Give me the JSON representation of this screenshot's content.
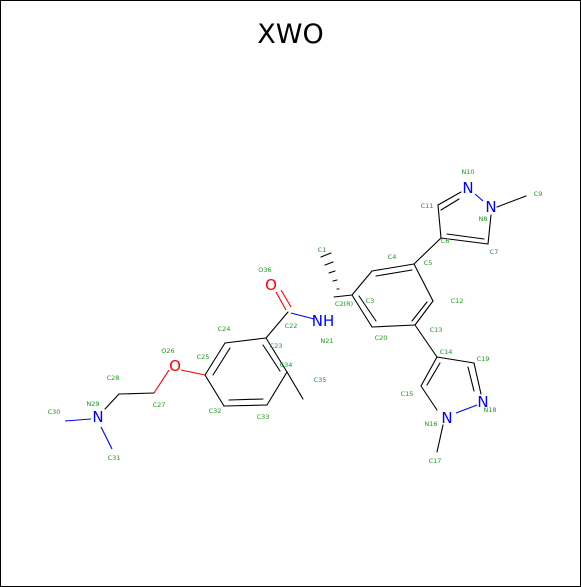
{
  "title": "XWO",
  "colors": {
    "carbon_label": "#1f9a1f",
    "nitrogen": "#0000ff",
    "oxygen": "#ff0000",
    "bond": "#000000"
  },
  "hetero_atoms": {
    "o_carbonyl": "O",
    "n_amide": "NH",
    "o_ether": "O",
    "n_amine": "N",
    "n_pz1_a": "N",
    "n_pz1_b": "N",
    "n_pz2_a": "N",
    "n_pz2_b": "N"
  },
  "atom_labels": {
    "C1": "C1",
    "C2": "C2(R)",
    "C3": "C3",
    "C4": "C4",
    "C5": "C5",
    "C6": "C6",
    "C7": "C7",
    "N8": "N8",
    "C9": "C9",
    "N10": "N10",
    "C11": "C11",
    "C12": "C12",
    "C13": "C13",
    "C14": "C14",
    "C15": "C15",
    "N16": "N16",
    "C17": "C17",
    "N18": "N18",
    "C19": "C19",
    "C20": "C20",
    "N21": "N21",
    "C22": "C22",
    "C23": "C23",
    "C24": "C24",
    "C25": "C25",
    "O26": "O26",
    "C27": "C27",
    "C28": "C28",
    "N29": "N29",
    "C30": "C30",
    "C31": "C31",
    "C32": "C32",
    "C33": "C33",
    "C34": "C34",
    "C35": "C35",
    "O36": "O36"
  }
}
